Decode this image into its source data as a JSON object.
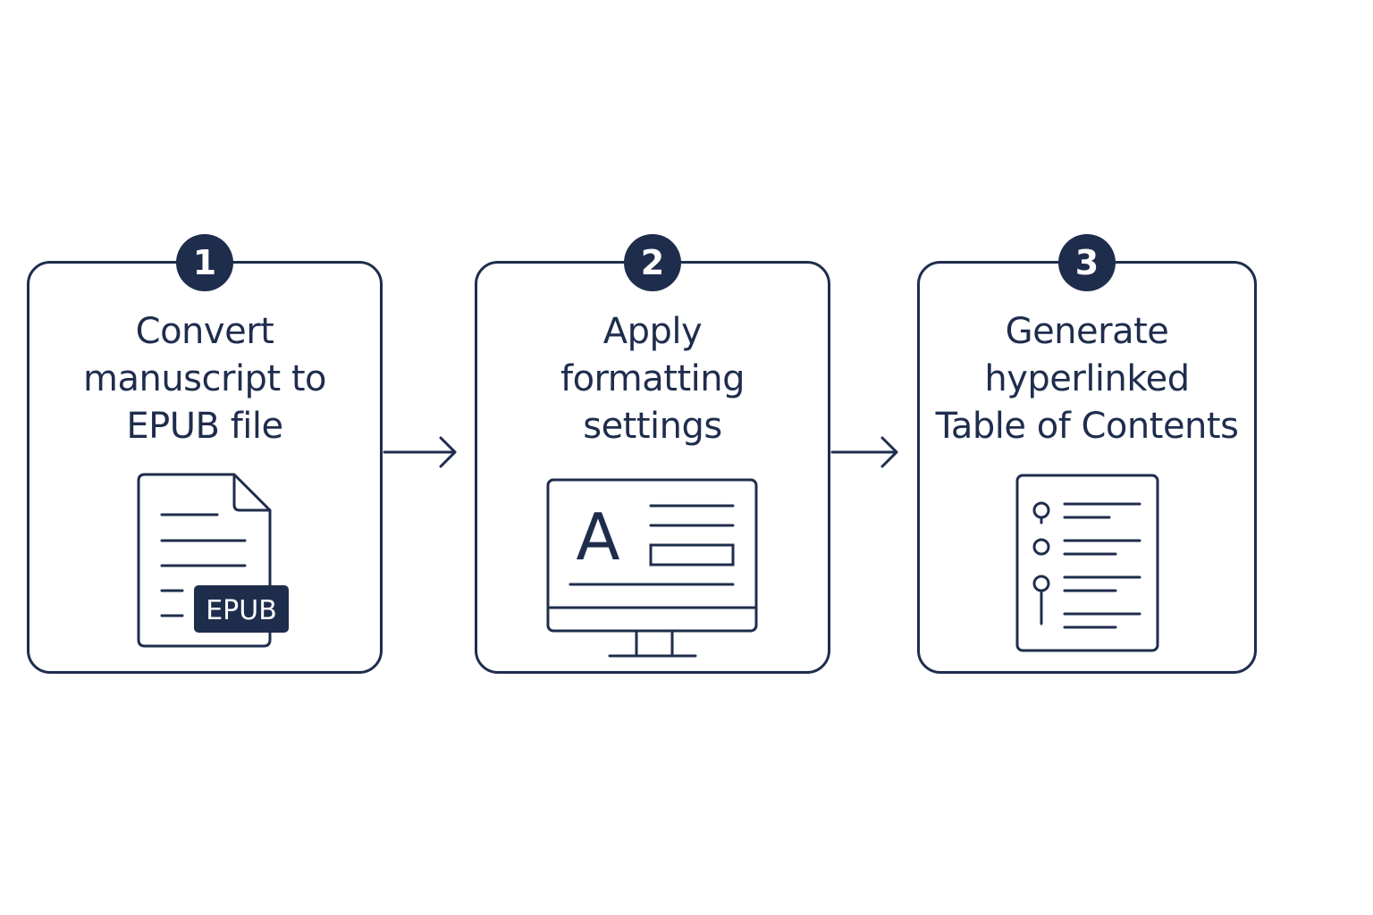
{
  "steps": [
    {
      "number": "1",
      "lines": [
        "Convert",
        "manuscript to",
        "EPUB file"
      ],
      "icon": "epub-document-icon",
      "icon_label": "EPUB"
    },
    {
      "number": "2",
      "lines": [
        "Apply",
        "formatting",
        "settings"
      ],
      "icon": "monitor-formatting-icon",
      "icon_label": "A"
    },
    {
      "number": "3",
      "lines": [
        "Generate",
        "hyperlinked",
        "Table of Contents"
      ],
      "icon": "table-of-contents-icon"
    }
  ],
  "colors": {
    "ink": "#1f2d4d",
    "background": "#ffffff"
  }
}
